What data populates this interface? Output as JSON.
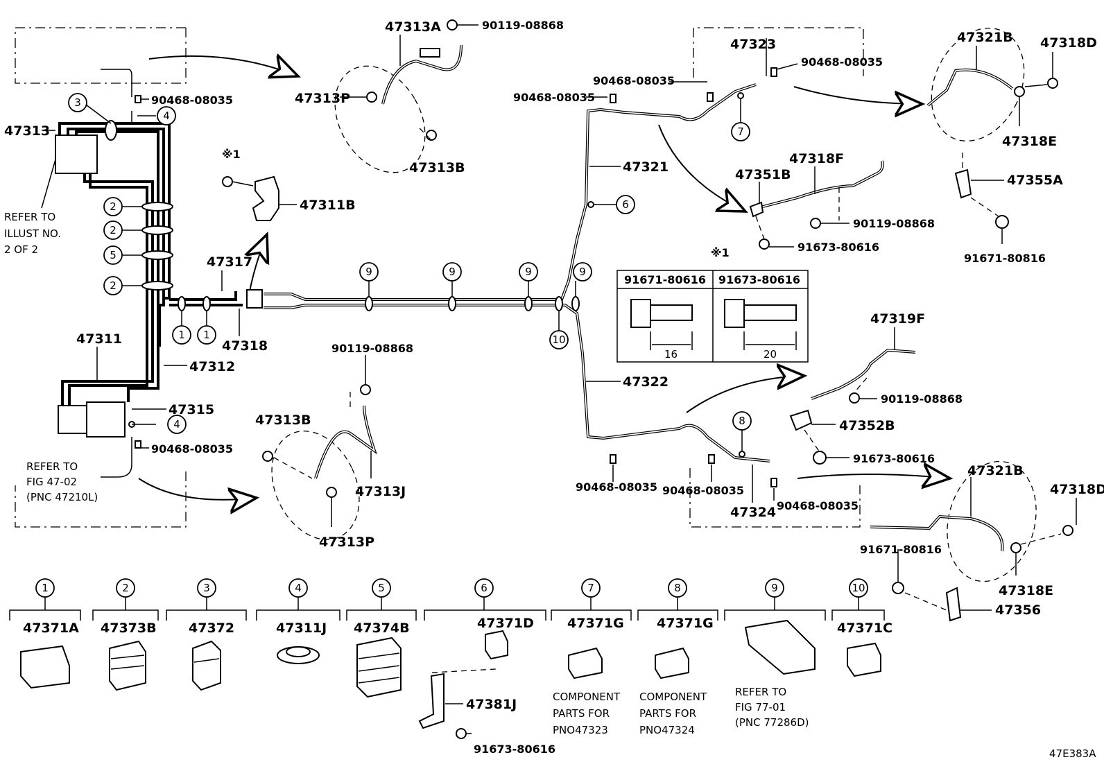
{
  "diagram": {
    "code": "47E383A",
    "refer_illust": "REFER TO ILLUST NO. 2 OF 2",
    "refer_fig": "REFER TO FIG 47-02 (PNC 47210L)",
    "callouts": {
      "c1": "1",
      "c2": "2",
      "c3": "3",
      "c4": "4",
      "c5": "5",
      "c6": "6",
      "c7": "7",
      "c8": "8",
      "c9": "9",
      "c10": "10"
    },
    "parts": {
      "p47313": "47313",
      "p47313A": "47313A",
      "p90119_top": "90119-08868",
      "p47313P_top": "47313P",
      "p47313B_top": "47313B",
      "p90468_left": "90468-08035",
      "note_x1": "※1",
      "p47311B": "47311B",
      "p47317": "47317",
      "p47318": "47318",
      "p47312": "47312",
      "p47311": "47311",
      "p47315": "47315",
      "p90468_left2": "90468-08035",
      "p47313B_bot": "47313B",
      "p90119_mid": "90119-08868",
      "p47313J": "47313J",
      "p47313P_bot": "47313P",
      "p47323": "47323",
      "p90468_r1": "90468-08035",
      "p90468_r2": "90468-08035",
      "p90468_r3": "90468-08035",
      "p47321": "47321",
      "p47351B": "47351B",
      "p47318F": "47318F",
      "p90119_r": "90119-08868",
      "p91673_r": "91673-80616",
      "p47321B_top": "47321B",
      "p47318D_top": "47318D",
      "p47318E_top": "47318E",
      "p47355A": "47355A",
      "p91671_top": "91671-80816",
      "p47322": "47322",
      "p47319F": "47319F",
      "p90119_r2": "90119-08868",
      "p47352B": "47352B",
      "p91673_r2": "91673-80616",
      "p90468_b1": "90468-08035",
      "p90468_b2": "90468-08035",
      "p47324": "47324",
      "p90468_b3": "90468-08035",
      "p47321B_bot": "47321B",
      "p47318D_bot": "47318D",
      "p91671_bot": "91671-80816",
      "p47318E_bot": "47318E",
      "p47356": "47356"
    },
    "bolt_table": {
      "note": "※1",
      "col1": "91671-80616",
      "col2": "91673-80616",
      "len1": "16",
      "len2": "20"
    },
    "legend": [
      {
        "num": "1",
        "part": "47371A"
      },
      {
        "num": "2",
        "part": "47373B"
      },
      {
        "num": "3",
        "part": "47372"
      },
      {
        "num": "4",
        "part": "47311J"
      },
      {
        "num": "5",
        "part": "47374B"
      },
      {
        "num": "6",
        "part": "47371D"
      },
      {
        "num": "7",
        "part": "47371G"
      },
      {
        "num": "8",
        "part": "47371G"
      },
      {
        "num": "9",
        "part": ""
      },
      {
        "num": "10",
        "part": "47371C"
      }
    ],
    "legend_extra": {
      "p47381J": "47381J",
      "p91673_legend": "91673-80616",
      "comp7": "COMPONENT PARTS FOR PNO47323",
      "comp8": "COMPONENT PARTS FOR PNO47324",
      "ref9": "REFER TO FIG 77-01 (PNC 77286D)"
    }
  }
}
